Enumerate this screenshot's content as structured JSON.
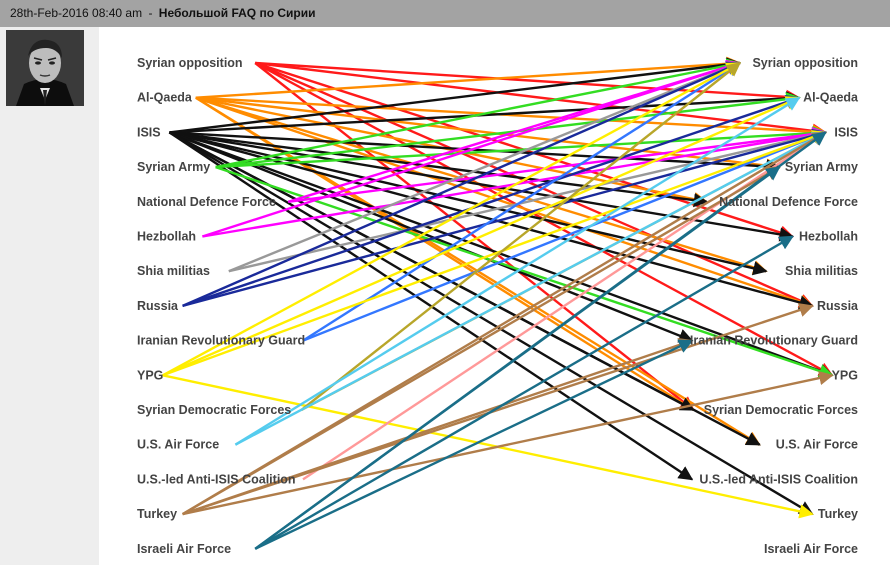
{
  "header": {
    "date": "28th-Feb-2016 08:40 am",
    "separator": "-",
    "title": "Небольшой FAQ по Сирии"
  },
  "avatar": {
    "icon": "author-portrait-photo"
  },
  "diagram": {
    "nodes": [
      "Syrian opposition",
      "Al-Qaeda",
      "ISIS",
      "Syrian Army",
      "National Defence Force",
      "Hezbollah",
      "Shia militias",
      "Russia",
      "Iranian Revolutionary Guard",
      "YPG",
      "Syrian Democratic Forces",
      "U.S. Air Force",
      "U.S.-led Anti-ISIS Coalition",
      "Turkey",
      "Israeli Air Force"
    ],
    "colors": {
      "Syrian opposition": "#ff1a1a",
      "Al-Qaeda": "#ff8c00",
      "ISIS": "#111111",
      "Syrian Army": "#33dd22",
      "National Defence Force": "#ff00ff",
      "Hezbollah": "#ff00ff",
      "Shia militias": "#999999",
      "Russia": "#1a2a9a",
      "Iranian Revolutionary Guard": "#3377ff",
      "YPG": "#ffee00",
      "Syrian Democratic Forces": "#b8a62a",
      "U.S. Air Force": "#55ccee",
      "U.S.-led Anti-ISIS Coalition": "#ff9999",
      "Turkey": "#b07d4a",
      "Israeli Air Force": "#1a6e88"
    },
    "edges": [
      [
        "Syrian opposition",
        "Al-Qaeda"
      ],
      [
        "Syrian opposition",
        "ISIS"
      ],
      [
        "Syrian opposition",
        "Russia"
      ],
      [
        "Syrian opposition",
        "YPG"
      ],
      [
        "Syrian opposition",
        "Hezbollah"
      ],
      [
        "Syrian opposition",
        "Syrian Democratic Forces"
      ],
      [
        "Al-Qaeda",
        "Syrian opposition"
      ],
      [
        "Al-Qaeda",
        "ISIS"
      ],
      [
        "Al-Qaeda",
        "Syrian Army"
      ],
      [
        "Al-Qaeda",
        "National Defence Force"
      ],
      [
        "Al-Qaeda",
        "Shia militias"
      ],
      [
        "Al-Qaeda",
        "Russia"
      ],
      [
        "Al-Qaeda",
        "U.S. Air Force"
      ],
      [
        "Al-Qaeda",
        "Syrian Democratic Forces"
      ],
      [
        "ISIS",
        "Syrian opposition"
      ],
      [
        "ISIS",
        "Al-Qaeda"
      ],
      [
        "ISIS",
        "Syrian Army"
      ],
      [
        "ISIS",
        "National Defence Force"
      ],
      [
        "ISIS",
        "Hezbollah"
      ],
      [
        "ISIS",
        "Shia militias"
      ],
      [
        "ISIS",
        "Russia"
      ],
      [
        "ISIS",
        "Iranian Revolutionary Guard"
      ],
      [
        "ISIS",
        "YPG"
      ],
      [
        "ISIS",
        "Syrian Democratic Forces"
      ],
      [
        "ISIS",
        "U.S. Air Force"
      ],
      [
        "ISIS",
        "U.S.-led Anti-ISIS Coalition"
      ],
      [
        "ISIS",
        "Turkey"
      ],
      [
        "Syrian Army",
        "Syrian opposition"
      ],
      [
        "Syrian Army",
        "Al-Qaeda"
      ],
      [
        "Syrian Army",
        "ISIS"
      ],
      [
        "Syrian Army",
        "YPG"
      ],
      [
        "National Defence Force",
        "ISIS"
      ],
      [
        "National Defence Force",
        "Syrian opposition"
      ],
      [
        "Hezbollah",
        "Syrian opposition"
      ],
      [
        "Hezbollah",
        "ISIS"
      ],
      [
        "Shia militias",
        "Syrian opposition"
      ],
      [
        "Shia militias",
        "ISIS"
      ],
      [
        "Russia",
        "Syrian opposition"
      ],
      [
        "Russia",
        "ISIS"
      ],
      [
        "Russia",
        "Al-Qaeda"
      ],
      [
        "Iranian Revolutionary Guard",
        "Syrian opposition"
      ],
      [
        "Iranian Revolutionary Guard",
        "ISIS"
      ],
      [
        "YPG",
        "Syrian opposition"
      ],
      [
        "YPG",
        "Al-Qaeda"
      ],
      [
        "YPG",
        "ISIS"
      ],
      [
        "YPG",
        "Turkey"
      ],
      [
        "Syrian Democratic Forces",
        "ISIS"
      ],
      [
        "Syrian Democratic Forces",
        "Syrian opposition"
      ],
      [
        "U.S. Air Force",
        "ISIS"
      ],
      [
        "U.S. Air Force",
        "Al-Qaeda"
      ],
      [
        "U.S.-led Anti-ISIS Coalition",
        "ISIS"
      ],
      [
        "Turkey",
        "ISIS"
      ],
      [
        "Turkey",
        "YPG"
      ],
      [
        "Turkey",
        "Syrian Army"
      ],
      [
        "Turkey",
        "Russia"
      ],
      [
        "Turkey",
        "Iranian Revolutionary Guard"
      ],
      [
        "Israeli Air Force",
        "Hezbollah"
      ],
      [
        "Israeli Air Force",
        "ISIS"
      ],
      [
        "Israeli Air Force",
        "Iranian Revolutionary Guard"
      ],
      [
        "Israeli Air Force",
        "Syrian Army"
      ]
    ]
  }
}
